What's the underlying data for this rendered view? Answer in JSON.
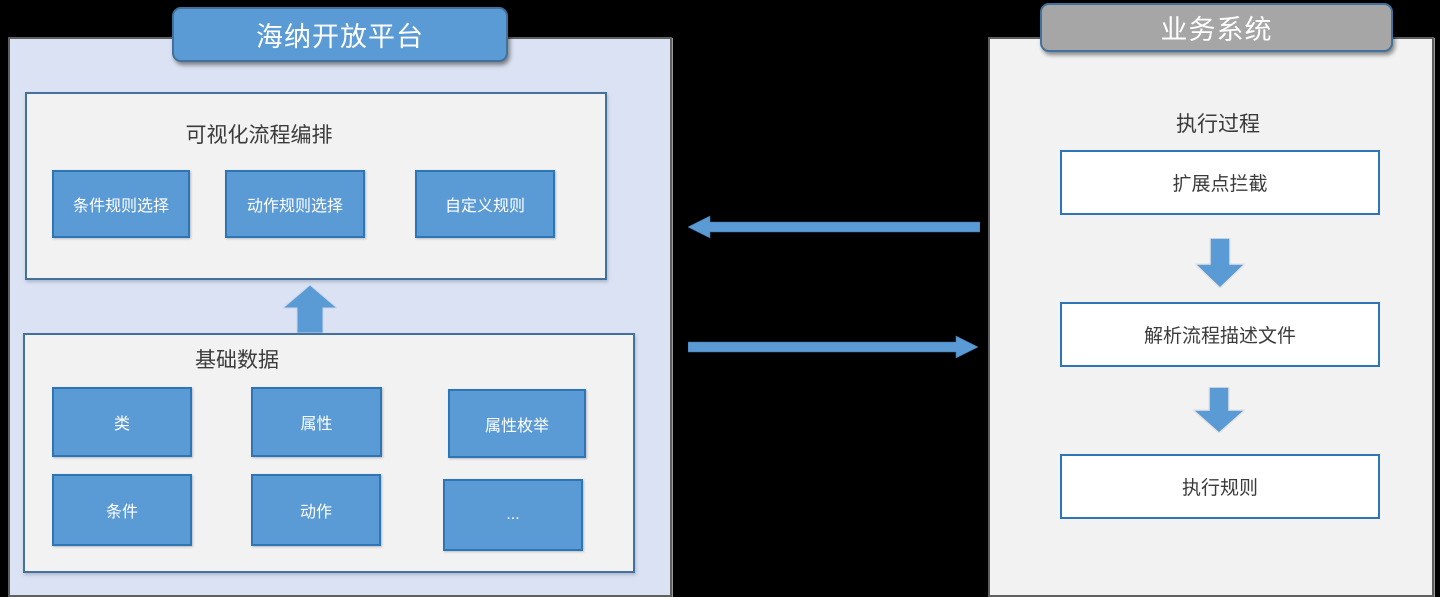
{
  "colors": {
    "accent_blue": "#5b9bd5",
    "blue_border": "#2e75b6",
    "dark_blue_border": "#41719c",
    "panel_lavender": "#dbe2f3",
    "panel_gray": "#f2f2f2",
    "badge_gray": "#a6a6a6",
    "text_dark": "#3b3b3b",
    "background": "#000000"
  },
  "left_panel": {
    "badge": "海纳开放平台",
    "orchestration": {
      "title": "可视化流程编排",
      "items": [
        "条件规则选择",
        "动作规则选择",
        "自定义规则"
      ]
    },
    "base_data": {
      "title": "基础数据",
      "items": [
        "类",
        "属性",
        "属性枚举",
        "条件",
        "动作",
        "..."
      ]
    }
  },
  "right_panel": {
    "badge": "业务系统",
    "title": "执行过程",
    "steps": [
      "扩展点拦截",
      "解析流程描述文件",
      "执行规则"
    ]
  }
}
